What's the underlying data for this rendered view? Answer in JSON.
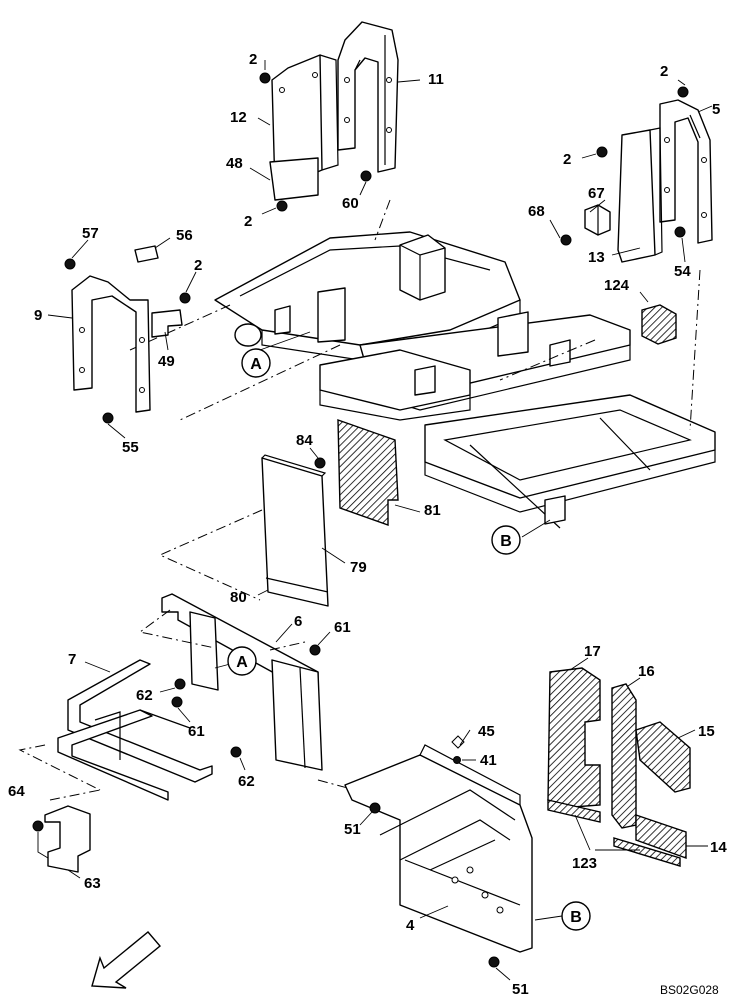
{
  "drawing_code": "BS02G028",
  "callouts": [
    "A",
    "A",
    "B",
    "B"
  ],
  "part_labels": [
    "2",
    "11",
    "12",
    "48",
    "2",
    "60",
    "2",
    "5",
    "2",
    "67",
    "68",
    "13",
    "54",
    "124",
    "57",
    "56",
    "2",
    "9",
    "49",
    "55",
    "84",
    "81",
    "79",
    "80",
    "6",
    "61",
    "7",
    "62",
    "61",
    "62",
    "17",
    "16",
    "15",
    "45",
    "41",
    "51",
    "14",
    "123",
    "64",
    "63",
    "4",
    "51"
  ],
  "colors": {
    "ink": "#000000",
    "paper": "#ffffff"
  }
}
